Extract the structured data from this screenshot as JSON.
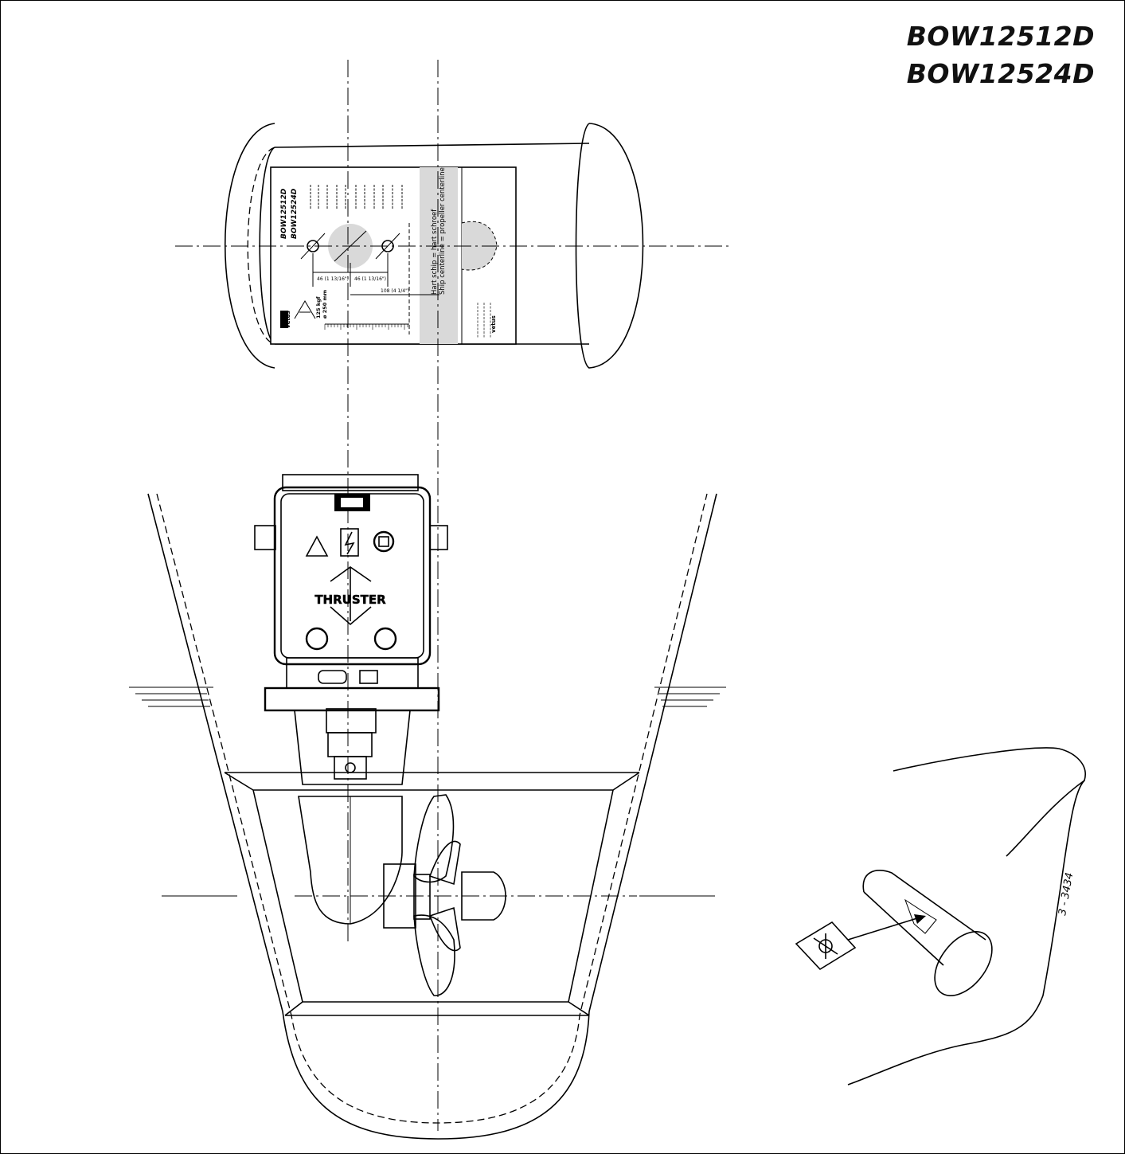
{
  "header": {
    "model_1": "BOW12512D",
    "model_2": "BOW12524D"
  },
  "template": {
    "model_1": "BOW12512D",
    "model_2": "BOW12524D",
    "dim_hole": "46 (1 13/16\")",
    "dim_hole_2": "46 (1 13/16\")",
    "dim_offset": "108 (4 1/4\")",
    "note_1": "Hart schip = hart schroef",
    "note_2": "Ship centerline = propeller centerline",
    "thrust": "125 kgf",
    "tunnel": "ø 250 mm",
    "brand": "vetus"
  },
  "motor": {
    "label": "THRUSTER"
  },
  "drawing_code": "3 - 3434",
  "colors": {
    "line": "#000000",
    "shade": "#d9d9d9",
    "background": "#ffffff"
  }
}
